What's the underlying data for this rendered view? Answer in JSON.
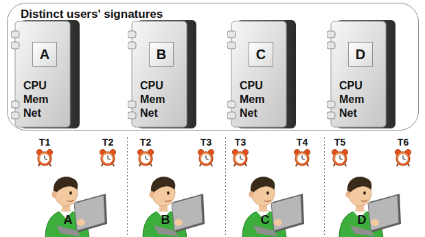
{
  "diagram": {
    "nodes": [
      {
        "text": [
          "Distinct users' signatures"
        ]
      },
      {
        "text": [
          "CPU Mem Net"
        ],
        "in": 0
      },
      {
        "text": [
          "A"
        ],
        "in": 1
      },
      {
        "text": [
          "CPU Mem Net"
        ],
        "in": 0
      },
      {
        "text": [
          "B"
        ],
        "in": 3
      },
      {
        "text": [
          "CPU Mem Net"
        ],
        "in": 0
      },
      {
        "text": [
          "C"
        ],
        "in": 5
      },
      {
        "text": [
          "CPU Mem Net"
        ],
        "in": 0
      },
      {
        "text": [
          "D"
        ],
        "in": 7
      }
    ],
    "labels": [
      "T1",
      "T2",
      "T2",
      "T3",
      "T3",
      "T4",
      "T5",
      "T6",
      "A",
      "B",
      "C",
      "D"
    ]
  }
}
